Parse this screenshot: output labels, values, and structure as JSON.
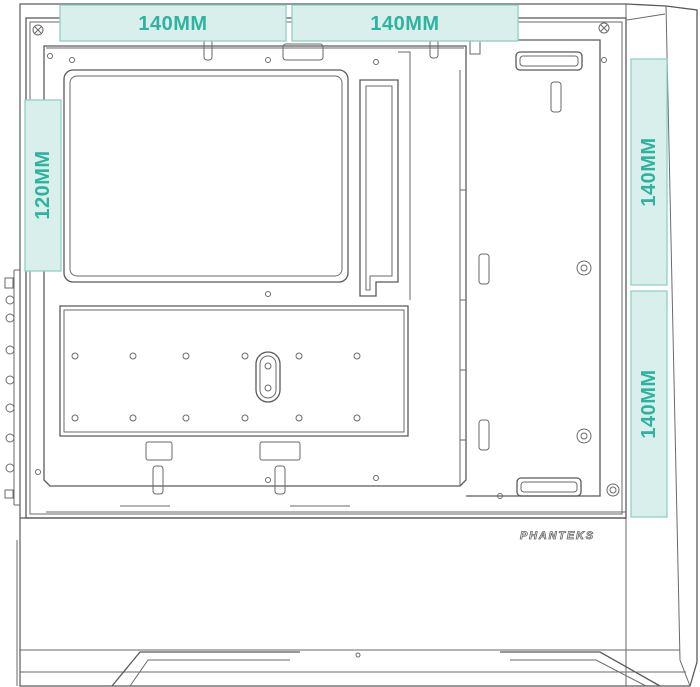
{
  "diagram": {
    "fan_labels": {
      "top_front": "140MM",
      "top_rear": "140MM",
      "rear": "120MM",
      "front_top": "140MM",
      "front_bottom": "140MM"
    },
    "brand": "PHANTEKS",
    "colors": {
      "line": "#5a5a5a",
      "label_fill": "#d9efec",
      "label_stroke": "#8fd0c6",
      "label_text": "#2db3a0"
    }
  }
}
